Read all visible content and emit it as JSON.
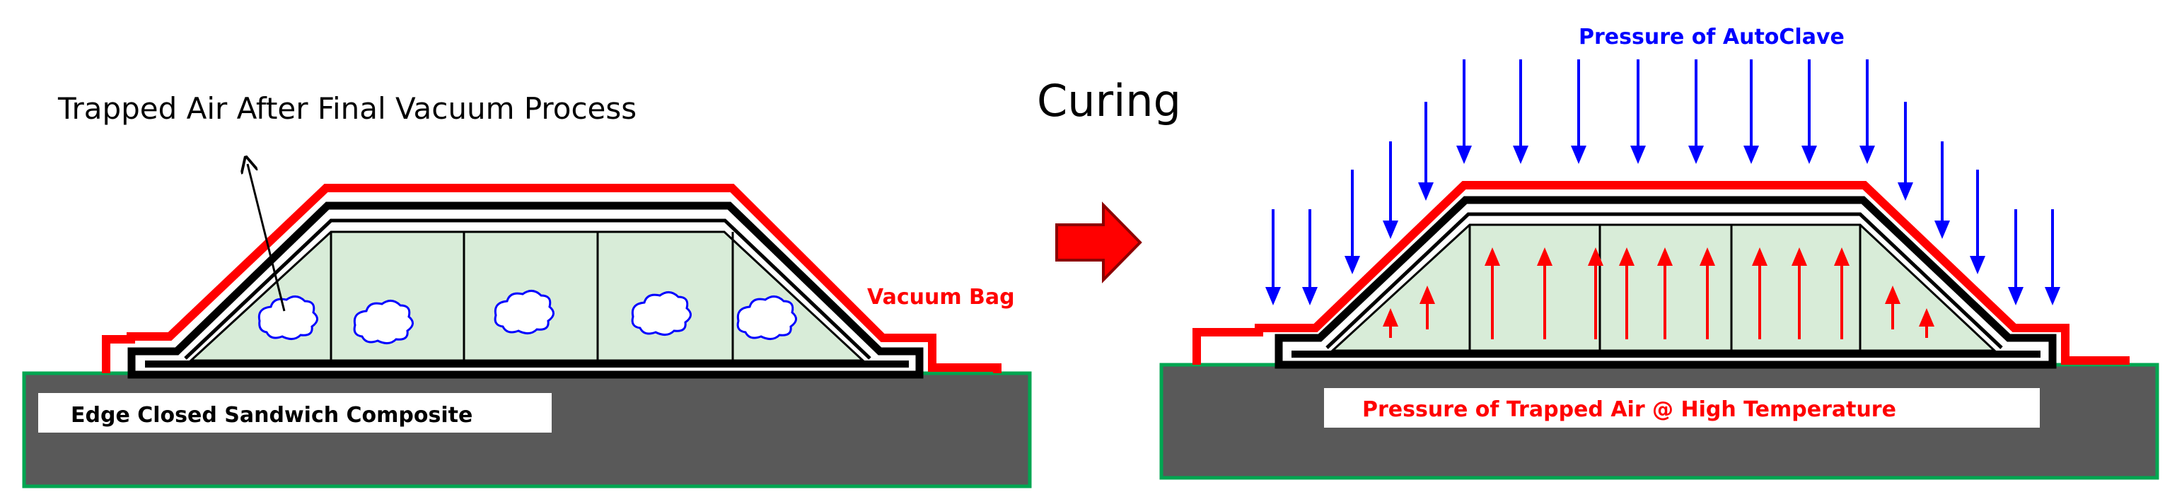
{
  "left_panel": {
    "trapped_air_label": "Trapped Air After Final Vacuum Process",
    "vacuum_bag_label": "Vacuum Bag",
    "composite_label": "Edge Closed Sandwich Composite"
  },
  "transition": {
    "curing_label": "Curing"
  },
  "right_panel": {
    "autoclave_label": "Pressure of AutoClave",
    "trapped_air_pressure_label": "Pressure of Trapped Air @ High Temperature"
  },
  "colors": {
    "vacuum_bag": "#ff0000",
    "pressure_arrow": "#0000ff",
    "trapped_pressure_arrow": "#ff0000",
    "core": "#d8ecd8",
    "tool": "#595959",
    "tool_border": "#00a651",
    "transition_arrow": "#ff0000"
  }
}
